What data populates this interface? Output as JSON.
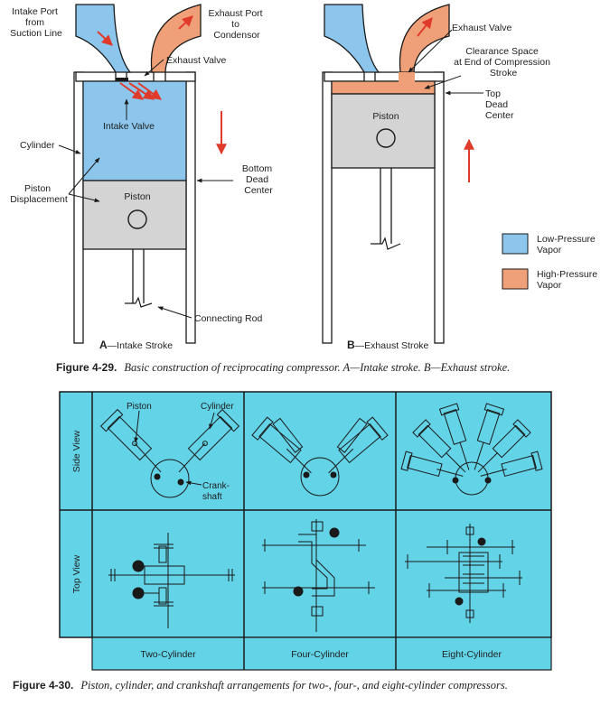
{
  "fig29": {
    "labels": {
      "intake_port": [
        "Intake Port",
        "from",
        "Suction Line"
      ],
      "exhaust_port": [
        "Exhaust Port",
        "to",
        "Condensor"
      ],
      "exhaust_valve_a": "Exhaust Valve",
      "intake_valve": "Intake Valve",
      "cylinder": "Cylinder",
      "bottom_dead_center": [
        "Bottom",
        "Dead",
        "Center"
      ],
      "piston_displacement": [
        "Piston",
        "Displacement"
      ],
      "piston_a": "Piston",
      "connecting_rod": "Connecting Rod",
      "exhaust_valve_b": "Exhaust Valve",
      "clearance_space": [
        "Clearance Space",
        "at End of Compression",
        "Stroke"
      ],
      "top_dead_center": [
        "Top",
        "Dead",
        "Center"
      ],
      "piston_b": "Piston"
    },
    "legend": {
      "low_pressure": [
        "Low-Pressure",
        "Vapor"
      ],
      "high_pressure": [
        "High-Pressure",
        "Vapor"
      ]
    },
    "subcaption_a": {
      "letter": "A",
      "text": "—Intake Stroke"
    },
    "subcaption_b": {
      "letter": "B",
      "text": "—Exhaust Stroke"
    },
    "caption": {
      "number": "Figure 4-29.",
      "text": "Basic construction of reciprocating compressor. A—Intake stroke. B—Exhaust stroke."
    },
    "colors": {
      "low_pressure": "#8cc6ec",
      "high_pressure": "#f0a078",
      "piston": "#d4d4d4",
      "arrow": "#e03a2a"
    }
  },
  "fig30": {
    "row_labels": [
      "Side View",
      "Top View"
    ],
    "col_labels": [
      "Two-Cylinder",
      "Four-Cylinder",
      "Eight-Cylinder"
    ],
    "side_labels": {
      "piston": "Piston",
      "cylinder": "Cylinder",
      "crankshaft": [
        "Crank-",
        "shaft"
      ]
    },
    "caption": {
      "number": "Figure 4-30.",
      "text": "Piston, cylinder, and crankshaft arrangements for two-, four-, and eight-cylinder compressors."
    },
    "colors": {
      "panel": "#63d3e7",
      "line": "#1a1a1a"
    }
  }
}
